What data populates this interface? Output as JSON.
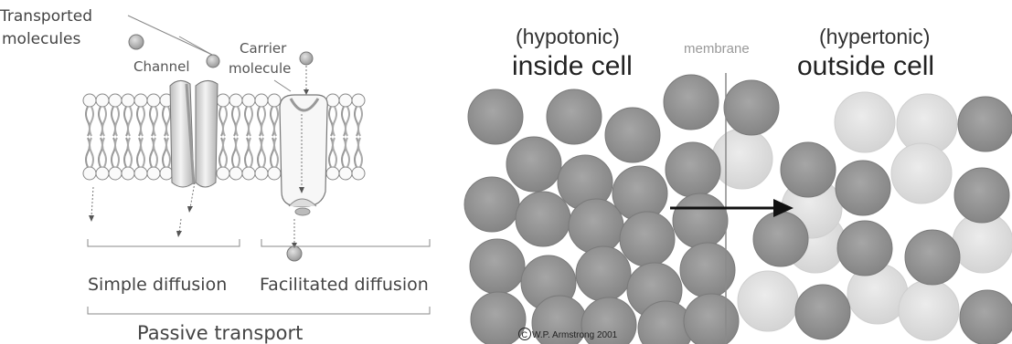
{
  "left_panel": {
    "transported_label_line1": "Transported",
    "transported_label_line2": "molecules",
    "channel_label": "Channel",
    "carrier_label_line1": "Carrier",
    "carrier_label_line2": "molecule",
    "simple_diffusion_label": "Simple diffusion",
    "facilitated_diffusion_label": "Facilitated diffusion",
    "passive_transport_label": "Passive transport"
  },
  "right_panel": {
    "inside_state": "(hypotonic)",
    "inside_label": "inside cell",
    "outside_state": "(hypertonic)",
    "outside_label": "outside cell",
    "membrane_label": "membrane",
    "copyright_symbol": "C",
    "copyright_text": "W.P. Armstrong 2001"
  },
  "colors": {
    "dark_molecule": "#8f8f8f",
    "light_molecule": "#dcdcdc",
    "arrow": "#111111"
  }
}
